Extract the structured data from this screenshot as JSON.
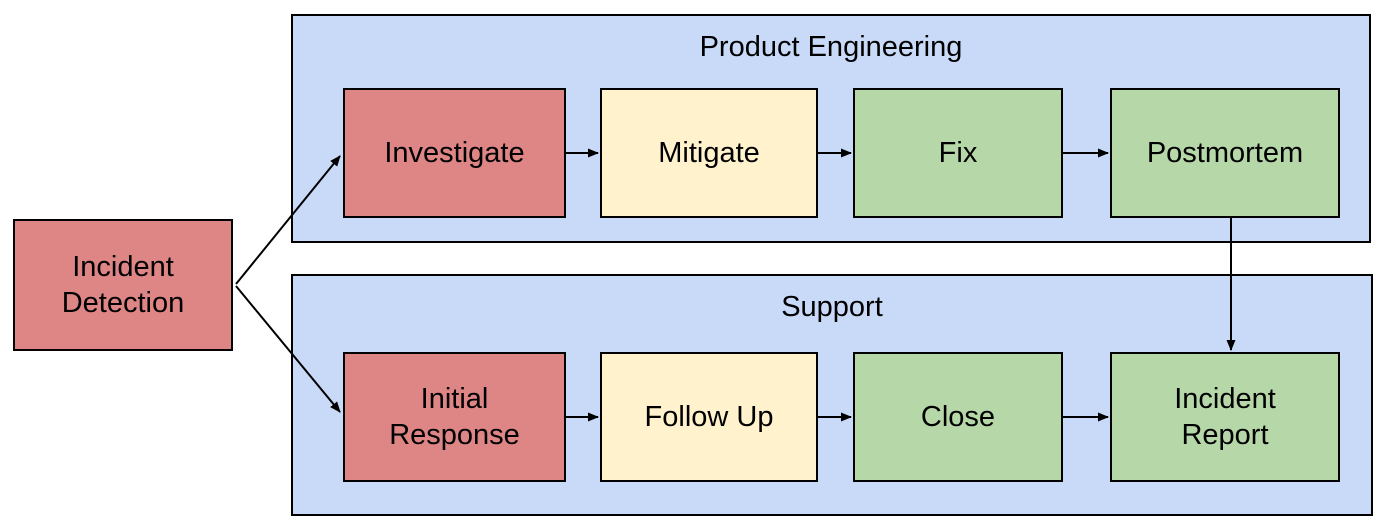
{
  "colors": {
    "red": "#DE8585",
    "yellow": "#FFF2CC",
    "green": "#B6D7A8",
    "lane": "#C9DAF8",
    "border": "#000000",
    "text": "#000000",
    "background": "#FFFFFF"
  },
  "detection": {
    "label": "Incident\nDetection",
    "color": "red"
  },
  "lanes": [
    {
      "title": "Product Engineering",
      "nodes": [
        {
          "label": "Investigate",
          "color": "red"
        },
        {
          "label": "Mitigate",
          "color": "yellow"
        },
        {
          "label": "Fix",
          "color": "green"
        },
        {
          "label": "Postmortem",
          "color": "green"
        }
      ]
    },
    {
      "title": "Support",
      "nodes": [
        {
          "label": "Initial\nResponse",
          "color": "red"
        },
        {
          "label": "Follow Up",
          "color": "yellow"
        },
        {
          "label": "Close",
          "color": "green"
        },
        {
          "label": "Incident\nReport",
          "color": "green"
        }
      ]
    }
  ],
  "edges": [
    {
      "from": "Incident Detection",
      "to": "Investigate"
    },
    {
      "from": "Incident Detection",
      "to": "Initial Response"
    },
    {
      "from": "Investigate",
      "to": "Mitigate"
    },
    {
      "from": "Mitigate",
      "to": "Fix"
    },
    {
      "from": "Fix",
      "to": "Postmortem"
    },
    {
      "from": "Postmortem",
      "to": "Incident Report"
    },
    {
      "from": "Initial Response",
      "to": "Follow Up"
    },
    {
      "from": "Follow Up",
      "to": "Close"
    },
    {
      "from": "Close",
      "to": "Incident Report"
    }
  ]
}
